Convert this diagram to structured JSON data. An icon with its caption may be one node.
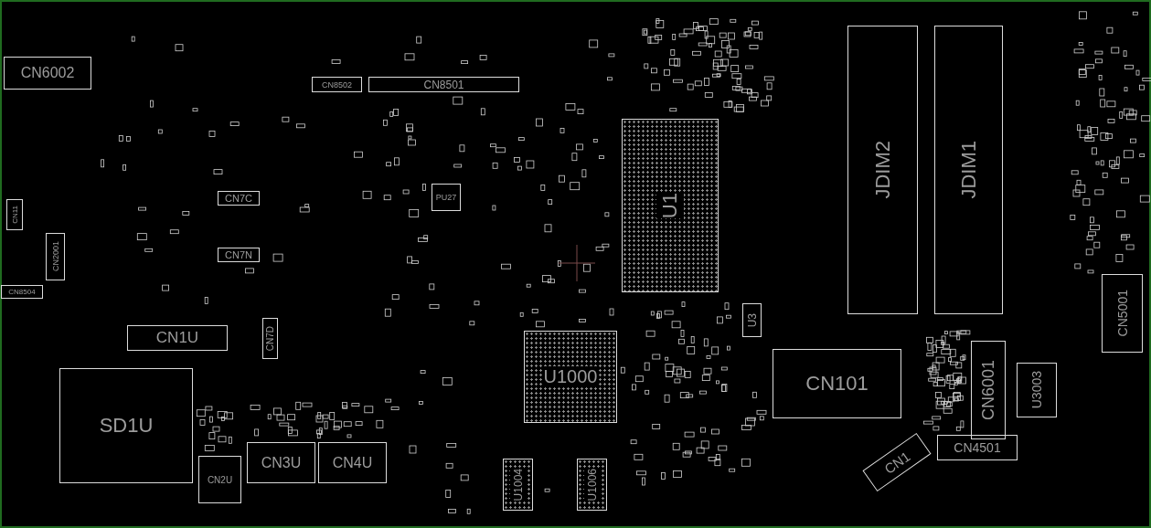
{
  "diagram": {
    "labels": [
      "CN6002",
      "CN8502",
      "CN8501",
      "CN7C",
      "CN7N",
      "CN11",
      "CN2001",
      "CN8504",
      "PU27",
      "CN1U",
      "CN7D",
      "SD1U",
      "CN2U",
      "CN3U",
      "CN4U",
      "U1",
      "U1000",
      "U1004",
      "U1006",
      "U3",
      "JDIM2",
      "JDIM1",
      "CN101",
      "CN6001",
      "U3003",
      "CN5001",
      "CN4501",
      "CN1"
    ]
  }
}
